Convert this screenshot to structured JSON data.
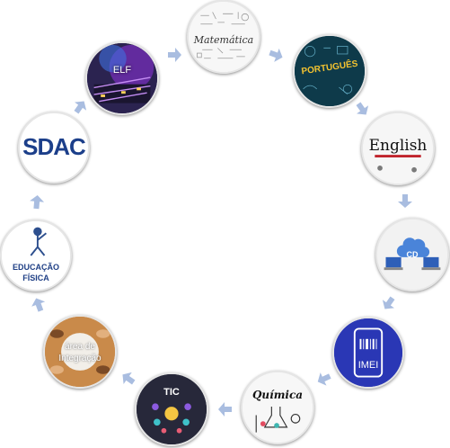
{
  "nodes": {
    "matematica": {
      "label": "Matemática"
    },
    "portugues": {
      "label": "PORTUGUÊS"
    },
    "english": {
      "label": "English"
    },
    "cd": {
      "label": "CD"
    },
    "imei": {
      "label": "IMEI"
    },
    "quimica": {
      "label": "Química"
    },
    "tic": {
      "label": "TIC"
    },
    "integracao": {
      "line1": "área de",
      "line2": "Integração"
    },
    "educacao_fisica": {
      "line1": "EDUCAÇÃO",
      "line2": "FÍSICA"
    },
    "sdac": {
      "label": "SDAC"
    },
    "elf": {
      "label": "ELF"
    }
  },
  "colors": {
    "arrow": "#a9bde0",
    "sdac_blue": "#1c3f8a",
    "portugues_bg": "#0e3a4a",
    "portugues_text": "#f2c230",
    "imei_bg": "#2a37b5",
    "tic_bg": "#27283a",
    "elf_bg": "#2b2350"
  }
}
